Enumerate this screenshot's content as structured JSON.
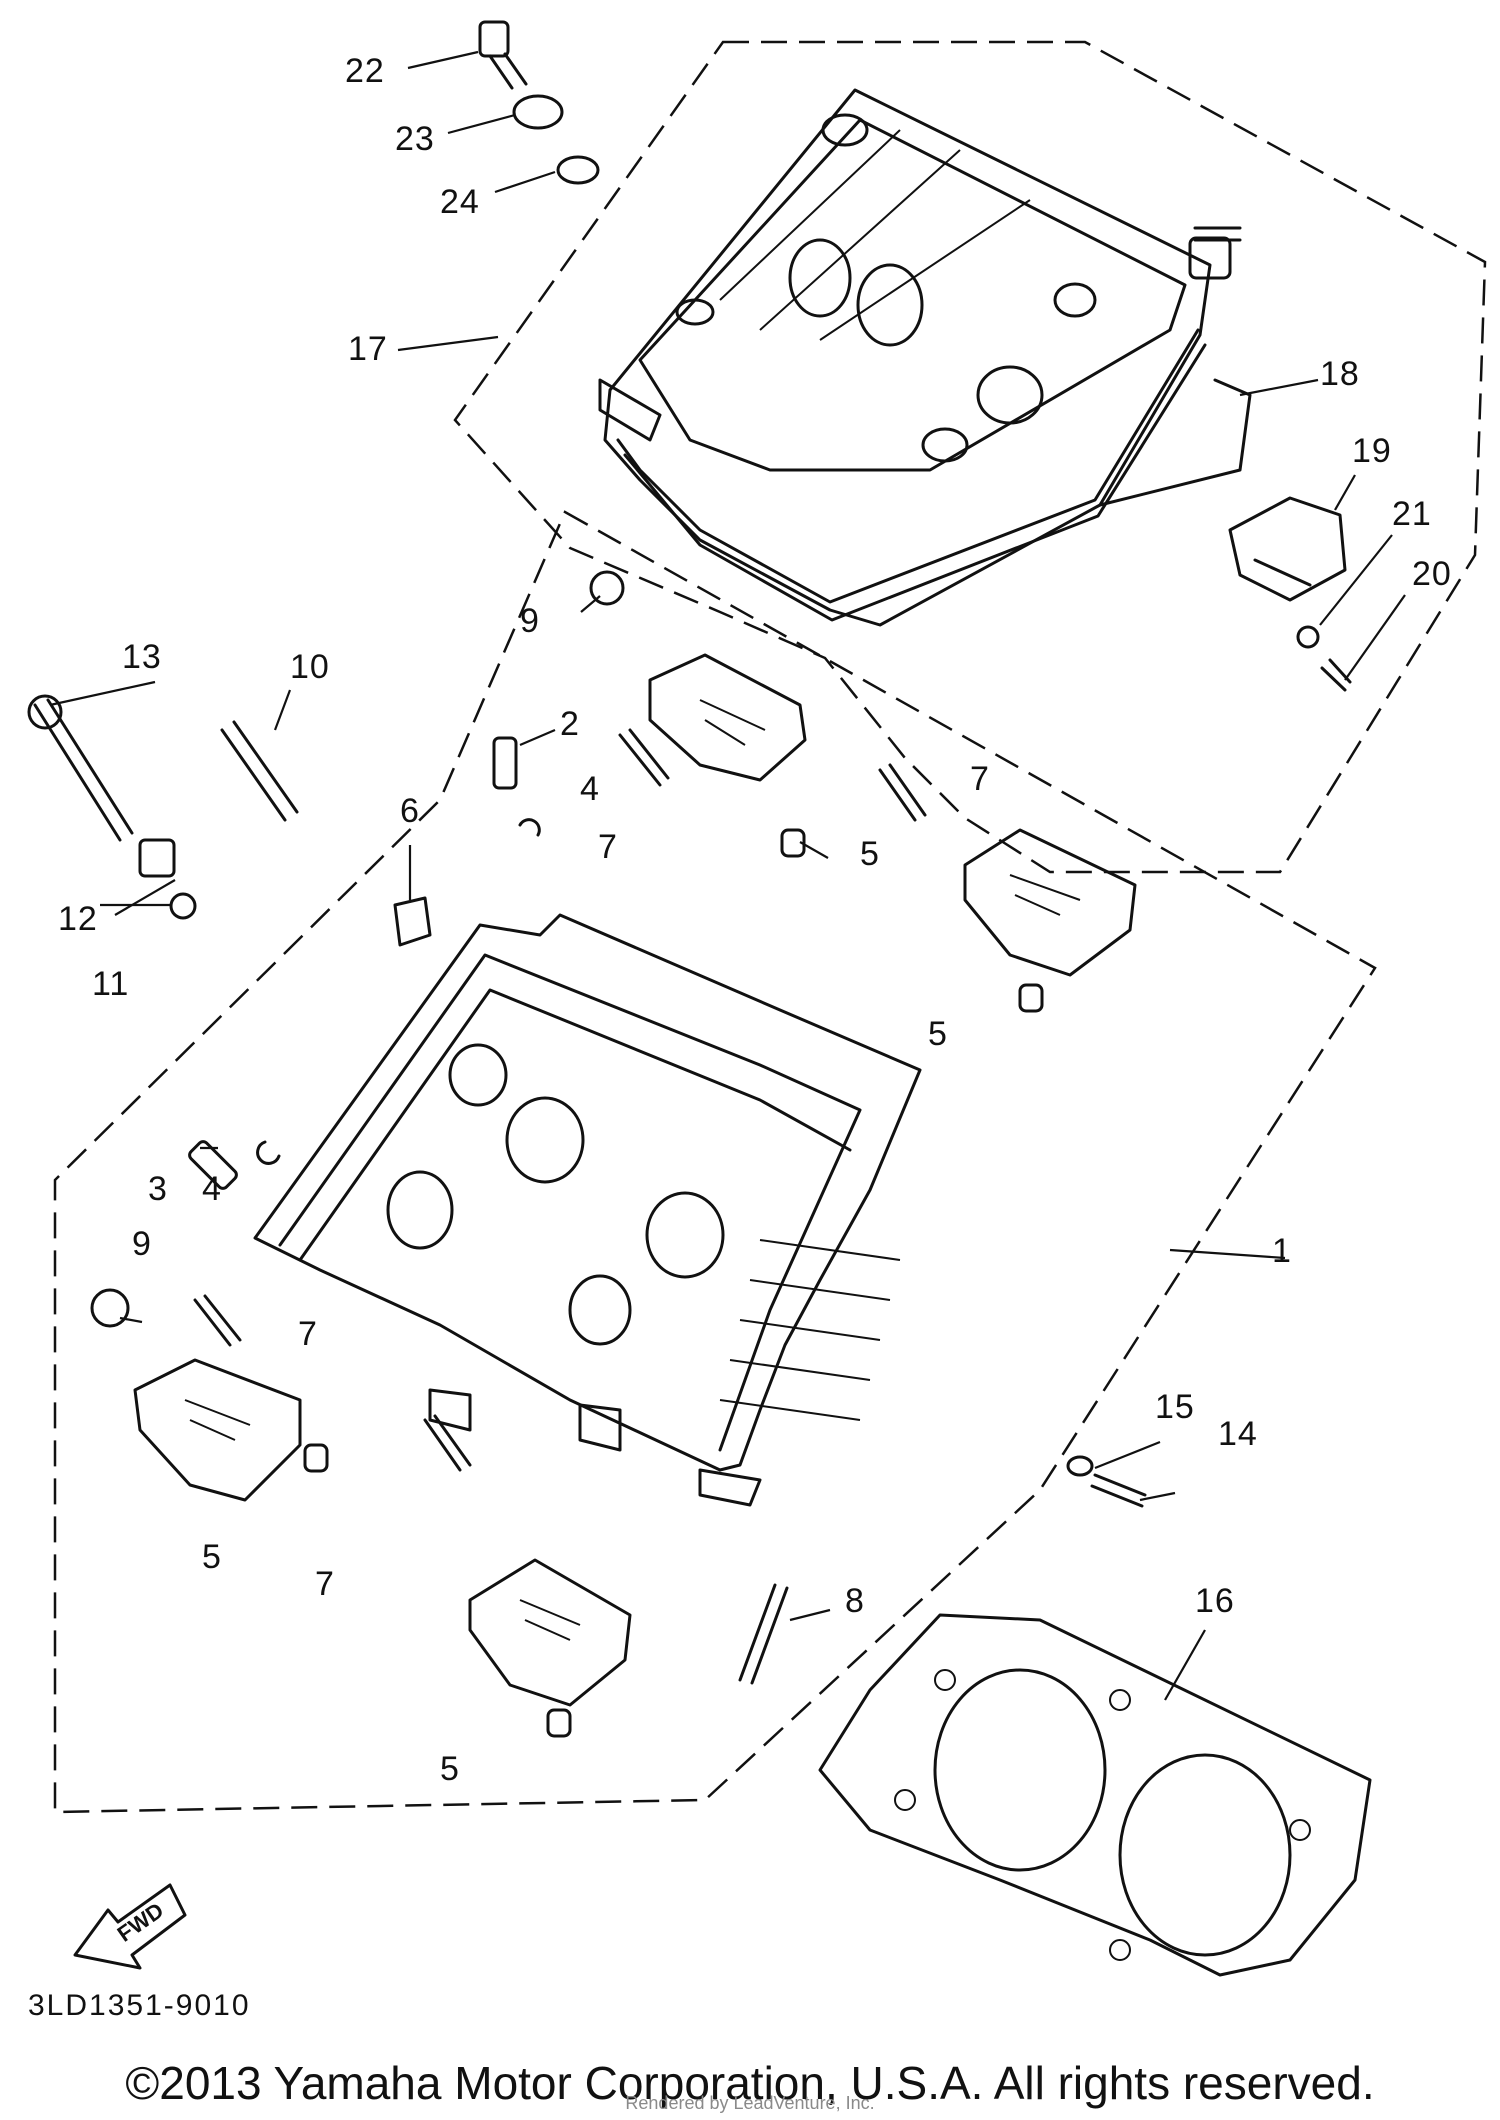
{
  "diagram": {
    "callouts": {
      "c1": "1",
      "c2": "2",
      "c3": "3",
      "c4a": "4",
      "c4b": "4",
      "c5a": "5",
      "c5b": "5",
      "c5c": "5",
      "c5d": "5",
      "c6": "6",
      "c7a": "7",
      "c7b": "7",
      "c7c": "7",
      "c7d": "7",
      "c8": "8",
      "c9a": "9",
      "c9b": "9",
      "c10": "10",
      "c11": "11",
      "c12": "12",
      "c13": "13",
      "c14": "14",
      "c15": "15",
      "c16": "16",
      "c17": "17",
      "c18": "18",
      "c19": "19",
      "c20": "20",
      "c21": "21",
      "c22": "22",
      "c23": "23",
      "c24": "24"
    },
    "fwd_label": "FWD",
    "diagram_code": "3LD1351-9010"
  },
  "footer": {
    "copyright": "©2013 Yamaha Motor Corporation, U.S.A. All rights reserved.",
    "rendered_by": "Rendered by LeadVenture, Inc."
  }
}
